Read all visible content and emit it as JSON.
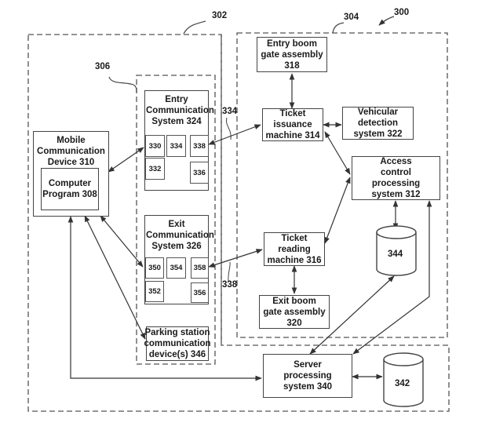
{
  "figure": {
    "ref_system": "300",
    "ref_user_side": "302",
    "ref_parking_side": "304",
    "ref_comm_group": "306",
    "ref_link_entry": "334",
    "ref_link_exit": "338"
  },
  "nodes": {
    "mobile_device": "Mobile Communication Device 310",
    "computer_program": "Computer Program 308",
    "entry_comm": "Entry Communication System 324",
    "exit_comm": "Exit Communication System 326",
    "parking_comm": "Parking station communication device(s) 346",
    "entry_boom": "Entry boom gate assembly 318",
    "ticket_issuance": "Ticket issuance machine 314",
    "vehicular_detection": "Vehicular detection system 322",
    "access_control": "Access control processing system 312",
    "ticket_reading": "Ticket reading machine 316",
    "exit_boom": "Exit boom gate assembly 320",
    "db_344": "344",
    "server": "Server processing system 340",
    "db_342": "342"
  },
  "entry_modules": [
    "330",
    "334",
    "338",
    "332",
    "336"
  ],
  "exit_modules": [
    "350",
    "354",
    "358",
    "352",
    "356"
  ],
  "connections": [
    {
      "from": "mobile_device",
      "to": "entry_comm.330",
      "type": "bidirectional"
    },
    {
      "from": "mobile_device",
      "to": "exit_comm.350",
      "type": "bidirectional"
    },
    {
      "from": "mobile_device",
      "to": "parking_comm",
      "type": "bidirectional"
    },
    {
      "from": "mobile_device",
      "to": "server",
      "type": "bidirectional"
    },
    {
      "from": "entry_comm.338",
      "to": "ticket_issuance",
      "type": "bidirectional"
    },
    {
      "from": "exit_comm.358",
      "to": "ticket_reading",
      "type": "bidirectional"
    },
    {
      "from": "entry_boom",
      "to": "ticket_issuance",
      "type": "bidirectional"
    },
    {
      "from": "ticket_issuance",
      "to": "vehicular_detection",
      "type": "bidirectional"
    },
    {
      "from": "ticket_issuance",
      "to": "access_control",
      "type": "bidirectional"
    },
    {
      "from": "ticket_reading",
      "to": "access_control",
      "type": "bidirectional"
    },
    {
      "from": "ticket_reading",
      "to": "exit_boom",
      "type": "bidirectional"
    },
    {
      "from": "access_control",
      "to": "db_344",
      "type": "bidirectional"
    },
    {
      "from": "db_344",
      "to": "server",
      "type": "bidirectional"
    },
    {
      "from": "access_control",
      "to": "server",
      "type": "bidirectional"
    },
    {
      "from": "server",
      "to": "db_342",
      "type": "bidirectional"
    }
  ]
}
